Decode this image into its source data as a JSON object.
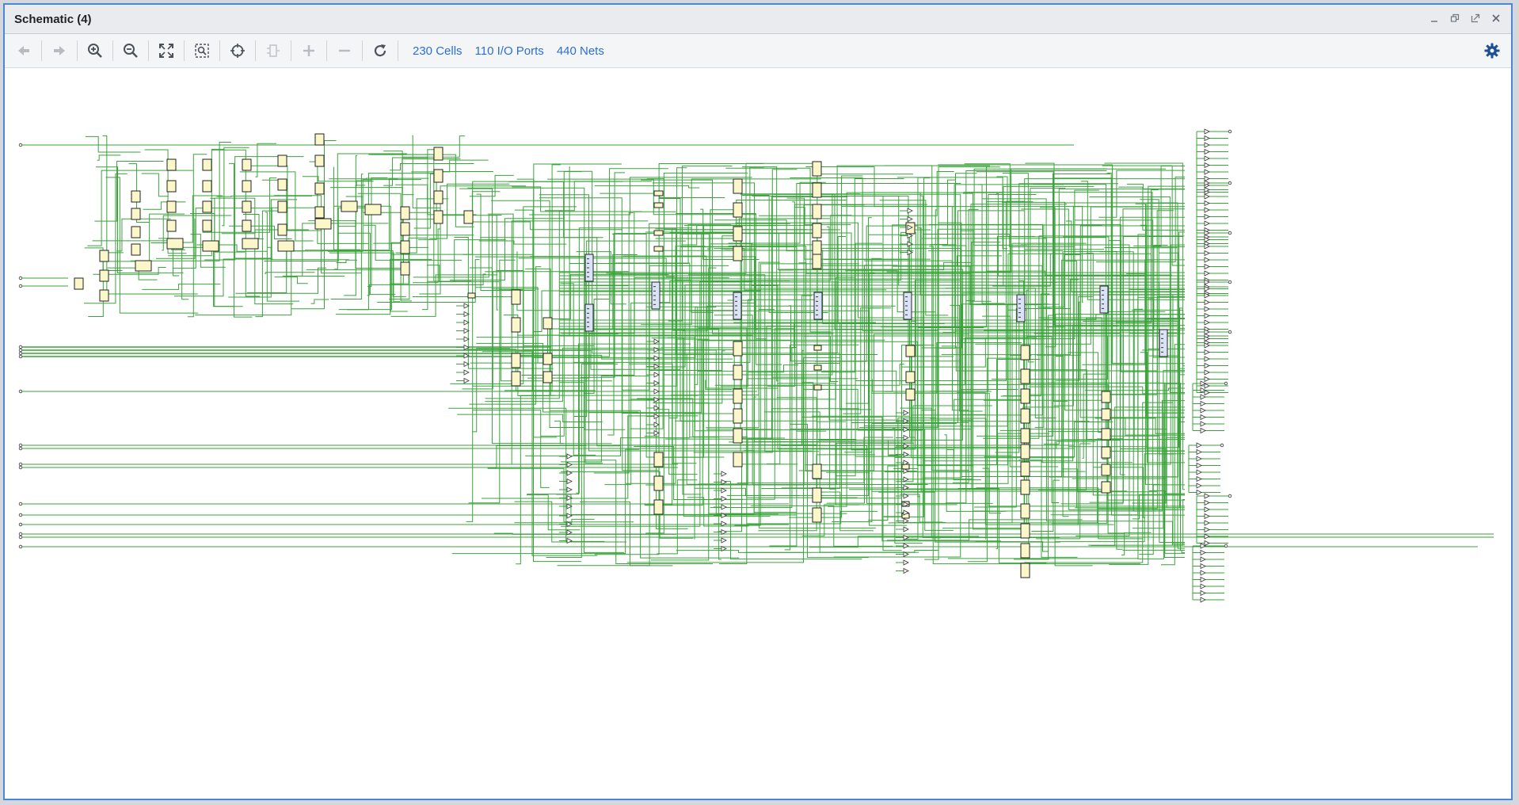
{
  "window": {
    "title": "Schematic (4)"
  },
  "toolbar": {
    "cells": "230 Cells",
    "io_ports": "110 I/O Ports",
    "nets": "440 Nets"
  },
  "icons": {
    "back": "arrow-left-icon",
    "forward": "arrow-right-icon",
    "zoom_in": "zoom-in-icon",
    "zoom_out": "zoom-out-icon",
    "fit": "fit-view-icon",
    "zoom_area": "zoom-area-icon",
    "select": "crosshair-icon",
    "collapse": "collapse-cell-icon",
    "expand": "plus-icon",
    "remove": "minus-icon",
    "refresh": "refresh-icon",
    "settings": "gear-icon"
  },
  "colors": {
    "wire": "#3aa33a",
    "cell_fill": "#fbf7c9",
    "bus_cell_fill": "#d9e2f6",
    "accent": "#2b6fd3"
  }
}
